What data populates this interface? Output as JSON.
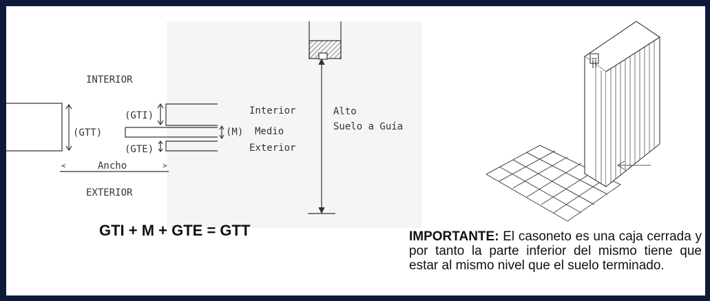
{
  "labels": {
    "interior_title": "INTERIOR",
    "exterior_title": "EXTERIOR",
    "gti": "(GTI)",
    "gtt": "(GTT)",
    "gte": "(GTE)",
    "m": "(M)",
    "interior": "Interior",
    "medio": "Medio",
    "exterior": "Exterior",
    "ancho": "Ancho",
    "alto": "Alto",
    "suelo_guia": "Suelo a Guía",
    "ancho_left_mark": "<",
    "ancho_right_mark": ">"
  },
  "formula": "GTI + M + GTE = GTT",
  "note": {
    "bold": "IMPORTANTE:",
    "text": " El casoneto es una caja cerrada y por tanto la parte inferior del mismo tiene que estar al mismo nivel que el suelo terminado."
  },
  "colors": {
    "border": "#0e1a3a",
    "background": "#ffffff",
    "line": "#333333"
  }
}
